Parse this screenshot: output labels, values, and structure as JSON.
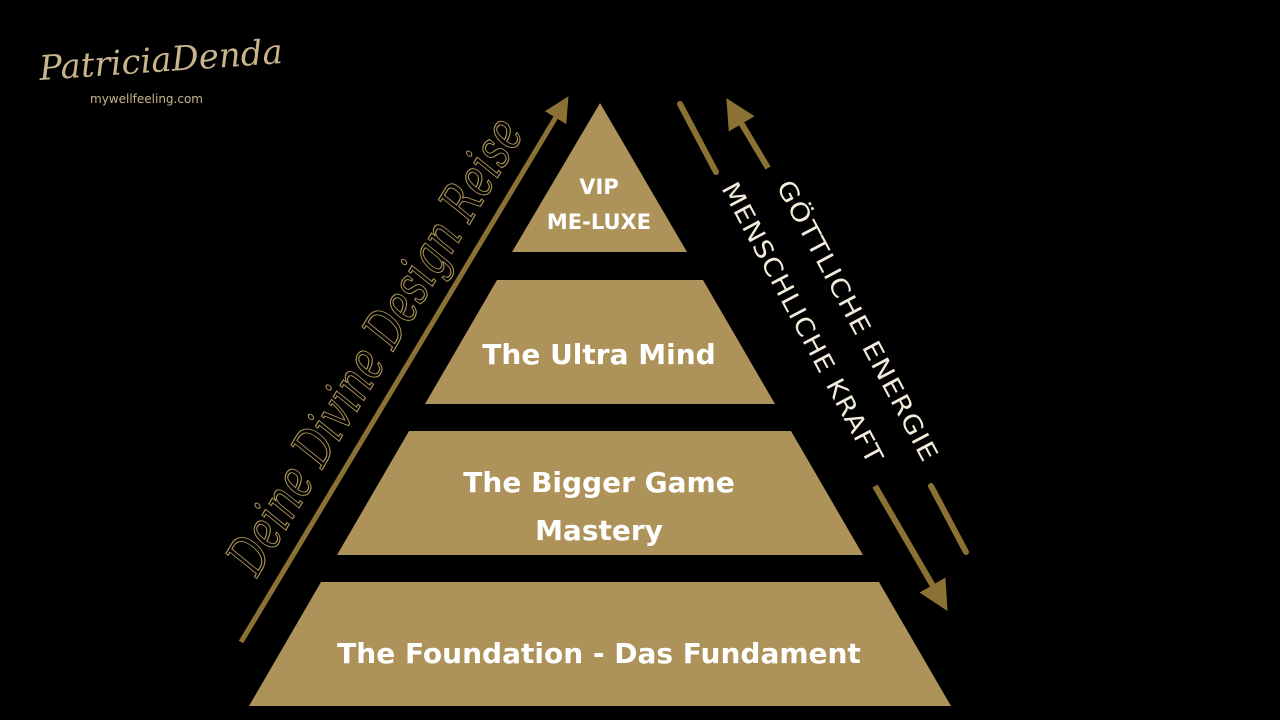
{
  "logo": {
    "name": "PatriciaDenda",
    "url": "mywellfeeling.com"
  },
  "journey_label": "Deine Divine Design Reise",
  "side_labels": {
    "upward": "GÖTTLICHE ENERGIE",
    "downward": "MENSCHLICHE KRAFT"
  },
  "tiers": [
    {
      "lines": [
        "VIP",
        "ME-LUXE"
      ]
    },
    {
      "lines": [
        "The Ultra Mind"
      ]
    },
    {
      "lines": [
        "The Bigger Game",
        "Mastery"
      ]
    },
    {
      "lines": [
        "The Foundation - Das Fundament"
      ]
    }
  ],
  "colors": {
    "background": "#000000",
    "gold": "#ad9359",
    "arrow": "#8b7134",
    "text": "#ffffff",
    "side_text": "#f3ecdc",
    "logo": "#c8b58c"
  },
  "icons": [
    "arrow-up-icon",
    "arrow-down-icon"
  ]
}
